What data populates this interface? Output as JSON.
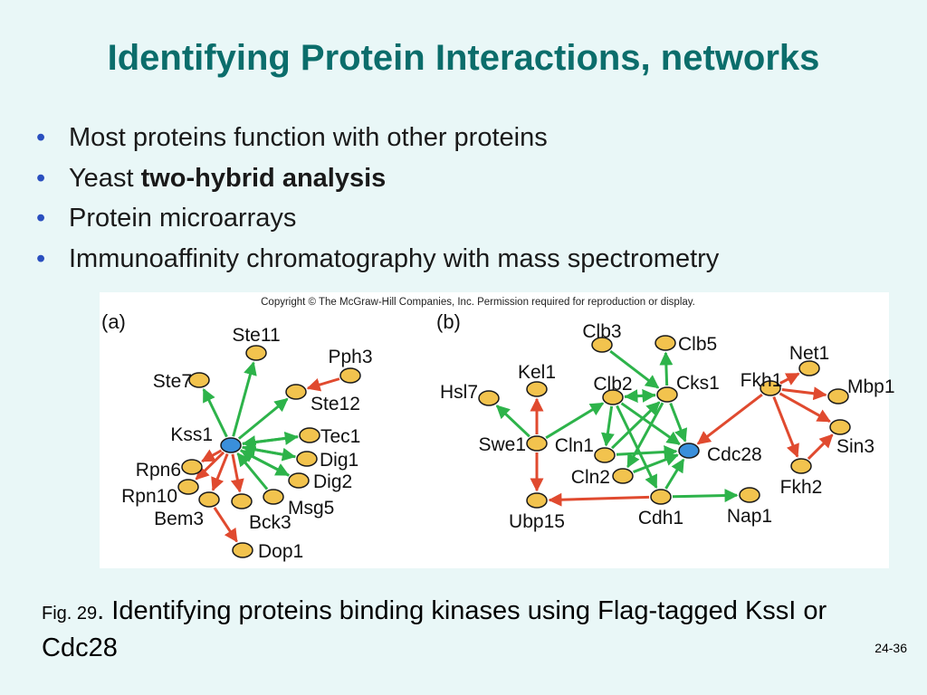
{
  "slide": {
    "title": "Identifying Protein Interactions, networks",
    "bullets": [
      {
        "text": "Most proteins function with other proteins",
        "bold": ""
      },
      {
        "text": "Yeast ",
        "bold": "two-hybrid analysis"
      },
      {
        "text": "Protein microarrays",
        "bold": ""
      },
      {
        "text": "Immunoaffinity chromatography with mass spectrometry",
        "bold": ""
      }
    ],
    "bullet_symbol": "•",
    "caption_prefix": "Fig. 29",
    "caption_text": ". Identifying proteins binding kinases using Flag-tagged KssI or Cdc28",
    "page_number": "24-36"
  },
  "figure": {
    "copyright": "Copyright © The McGraw-Hill Companies, Inc. Permission required for reproduction or display.",
    "panel_a_label": "(a)",
    "panel_b_label": "(b)",
    "colors": {
      "node_fill": "#f2c34e",
      "hub_fill": "#3a8fdb",
      "green_arrow": "#2db34a",
      "red_arrow": "#e04a2f"
    },
    "panel_a_nodes": [
      {
        "id": "Kss1",
        "label": "Kss1",
        "hub": true
      },
      {
        "id": "Ste7",
        "label": "Ste7"
      },
      {
        "id": "Ste11",
        "label": "Ste11"
      },
      {
        "id": "Pph3",
        "label": "Pph3"
      },
      {
        "id": "Ste12",
        "label": "Ste12"
      },
      {
        "id": "Tec1",
        "label": "Tec1"
      },
      {
        "id": "Dig1",
        "label": "Dig1"
      },
      {
        "id": "Dig2",
        "label": "Dig2"
      },
      {
        "id": "Msg5",
        "label": "Msg5"
      },
      {
        "id": "Rpn6",
        "label": "Rpn6"
      },
      {
        "id": "Rpn10",
        "label": "Rpn10"
      },
      {
        "id": "Bem3",
        "label": "Bem3"
      },
      {
        "id": "Bck3",
        "label": "Bck3"
      },
      {
        "id": "Dop1",
        "label": "Dop1"
      }
    ],
    "panel_b_nodes": [
      {
        "id": "Cdc28",
        "label": "Cdc28",
        "hub": true
      },
      {
        "id": "Clb3",
        "label": "Clb3"
      },
      {
        "id": "Clb5",
        "label": "Clb5"
      },
      {
        "id": "Net1",
        "label": "Net1"
      },
      {
        "id": "Kel1",
        "label": "Kel1"
      },
      {
        "id": "Clb2",
        "label": "Clb2"
      },
      {
        "id": "Cks1",
        "label": "Cks1"
      },
      {
        "id": "Fkh1",
        "label": "Fkh1"
      },
      {
        "id": "Mbp1",
        "label": "Mbp1"
      },
      {
        "id": "Hsl7",
        "label": "Hsl7"
      },
      {
        "id": "Swe1",
        "label": "Swe1"
      },
      {
        "id": "Cln1",
        "label": "Cln1"
      },
      {
        "id": "Sin3",
        "label": "Sin3"
      },
      {
        "id": "Cln2",
        "label": "Cln2"
      },
      {
        "id": "Fkh2",
        "label": "Fkh2"
      },
      {
        "id": "Ubp15",
        "label": "Ubp15"
      },
      {
        "id": "Cdh1",
        "label": "Cdh1"
      },
      {
        "id": "Nap1",
        "label": "Nap1"
      }
    ],
    "edges": [
      {
        "from": "Kss1",
        "to": "Ste7",
        "color": "green"
      },
      {
        "from": "Kss1",
        "to": "Ste11",
        "color": "green"
      },
      {
        "from": "Kss1",
        "to": "Ste12",
        "color": "green"
      },
      {
        "from": "Pph3",
        "to": "Ste12",
        "color": "red"
      },
      {
        "from": "Kss1",
        "to": "Tec1",
        "color": "green"
      },
      {
        "from": "Kss1",
        "to": "Dig1",
        "color": "green"
      },
      {
        "from": "Dig1",
        "to": "Kss1",
        "color": "green"
      },
      {
        "from": "Kss1",
        "to": "Dig2",
        "color": "green"
      },
      {
        "from": "Dig2",
        "to": "Kss1",
        "color": "green"
      },
      {
        "from": "Msg5",
        "to": "Kss1",
        "color": "green"
      },
      {
        "from": "Tec1",
        "to": "Kss1",
        "color": "green"
      },
      {
        "from": "Kss1",
        "to": "Rpn6",
        "color": "red"
      },
      {
        "from": "Kss1",
        "to": "Rpn10",
        "color": "red"
      },
      {
        "from": "Kss1",
        "to": "Bem3",
        "color": "red"
      },
      {
        "from": "Kss1",
        "to": "Bck3",
        "color": "red"
      },
      {
        "from": "Bem3",
        "to": "Dop1",
        "color": "red"
      },
      {
        "from": "Swe1",
        "to": "Hsl7",
        "color": "green"
      },
      {
        "from": "Swe1",
        "to": "Kel1",
        "color": "red"
      },
      {
        "from": "Swe1",
        "to": "Ubp15",
        "color": "red"
      },
      {
        "from": "Cdh1",
        "to": "Ubp15",
        "color": "red"
      },
      {
        "from": "Swe1",
        "to": "Clb2",
        "color": "green"
      },
      {
        "from": "Cks1",
        "to": "Clb5",
        "color": "green"
      },
      {
        "from": "Cks1",
        "to": "Clb2",
        "color": "green"
      },
      {
        "from": "Clb2",
        "to": "Cks1",
        "color": "green"
      },
      {
        "from": "Clb3",
        "to": "Cks1",
        "color": "green"
      },
      {
        "from": "Clb2",
        "to": "Cdc28",
        "color": "green"
      },
      {
        "from": "Cks1",
        "to": "Cdc28",
        "color": "green"
      },
      {
        "from": "Clb2",
        "to": "Cln1",
        "color": "green"
      },
      {
        "from": "Cln1",
        "to": "Cdc28",
        "color": "green"
      },
      {
        "from": "Cln2",
        "to": "Cdc28",
        "color": "green"
      },
      {
        "from": "Clb2",
        "to": "Cdh1",
        "color": "green"
      },
      {
        "from": "Cks1",
        "to": "Cln2",
        "color": "green"
      },
      {
        "from": "Cdh1",
        "to": "Cdc28",
        "color": "green"
      },
      {
        "from": "Cdh1",
        "to": "Nap1",
        "color": "green"
      },
      {
        "from": "Cln1",
        "to": "Cks1",
        "color": "green"
      },
      {
        "from": "Fkh1",
        "to": "Cdc28",
        "color": "red"
      },
      {
        "from": "Fkh1",
        "to": "Net1",
        "color": "red"
      },
      {
        "from": "Fkh1",
        "to": "Mbp1",
        "color": "red"
      },
      {
        "from": "Fkh1",
        "to": "Sin3",
        "color": "red"
      },
      {
        "from": "Fkh1",
        "to": "Fkh2",
        "color": "red"
      },
      {
        "from": "Fkh2",
        "to": "Sin3",
        "color": "red"
      }
    ]
  }
}
